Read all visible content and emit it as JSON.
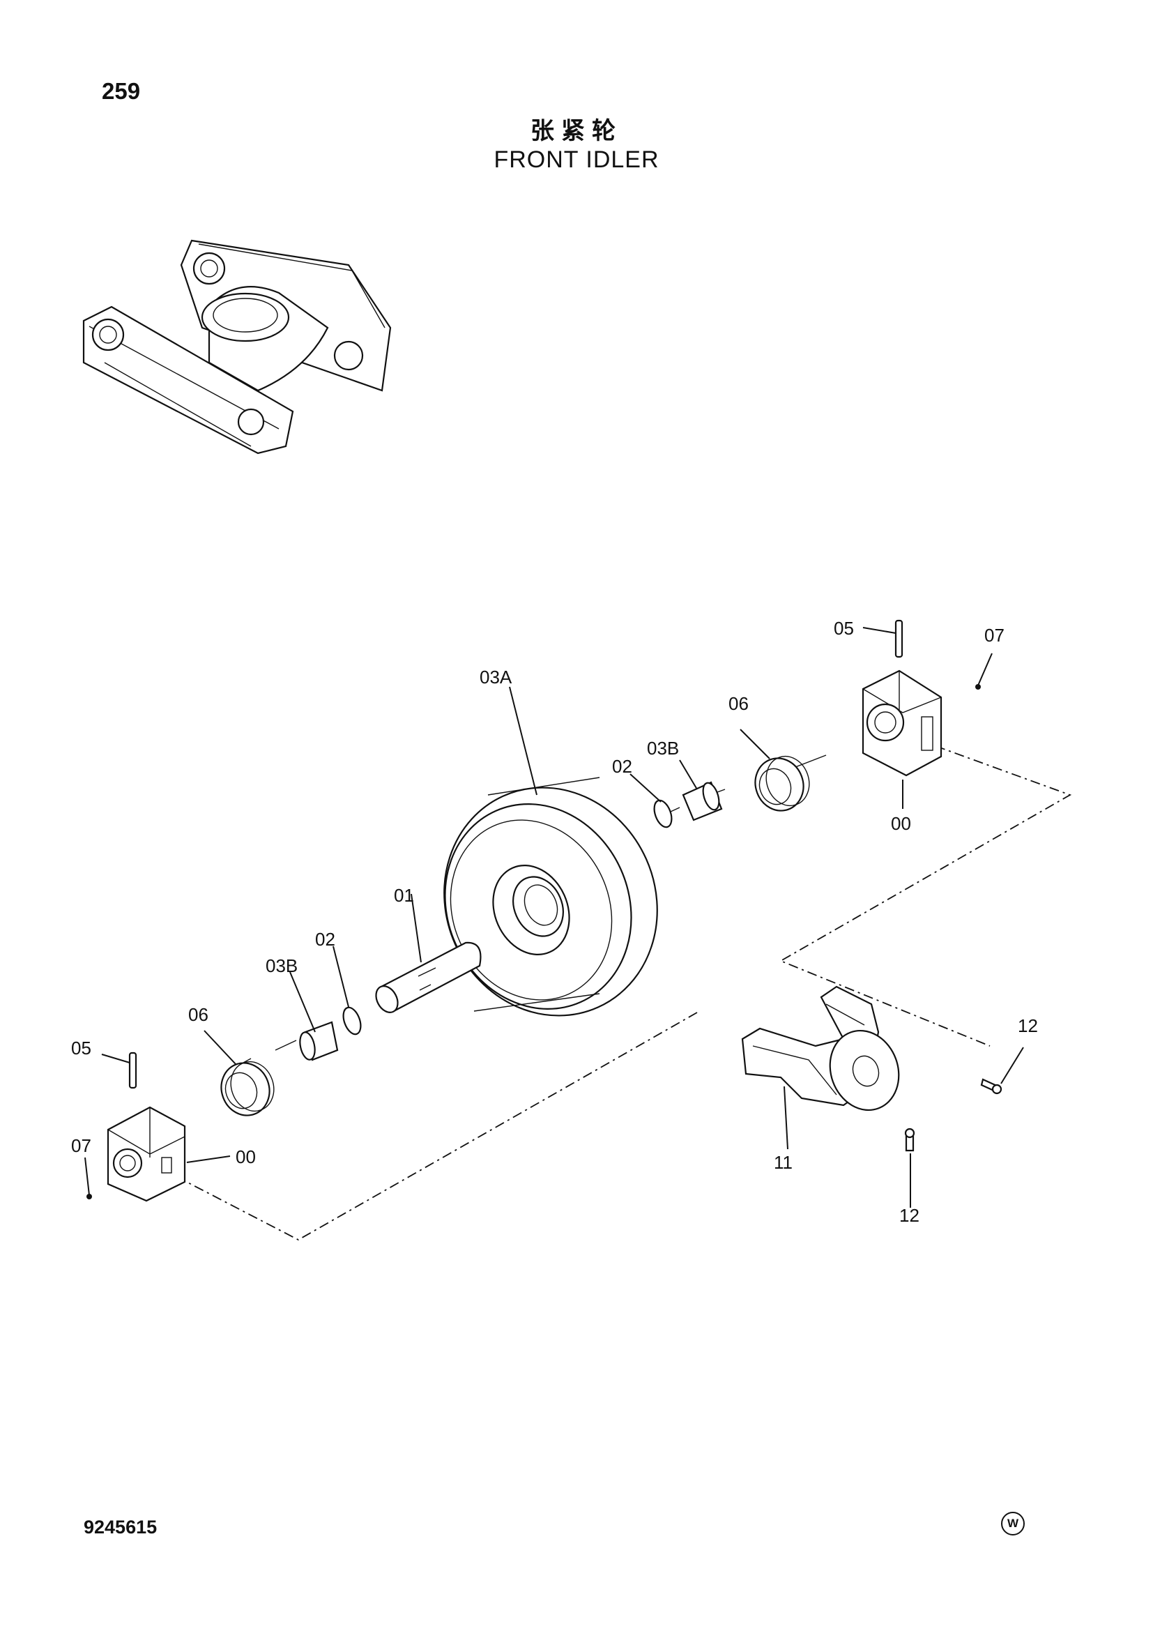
{
  "page_number": "259",
  "title_cn": "张紧轮",
  "title_en": "FRONT IDLER",
  "document_number": "9245615",
  "corner_mark": "W",
  "callouts": {
    "shaft": "01",
    "o_ring_left": "02",
    "o_ring_right": "02",
    "idler_wheel": "03A",
    "bushing_left": "03B",
    "bushing_right": "03B",
    "seal_left": "06",
    "seal_right": "06",
    "pin_left": "05",
    "pin_right": "05",
    "plug_left": "07",
    "plug_right": "07",
    "bearing_left": "00",
    "bearing_right": "00",
    "yoke": "11",
    "bolt_upper": "12",
    "bolt_lower": "12"
  }
}
